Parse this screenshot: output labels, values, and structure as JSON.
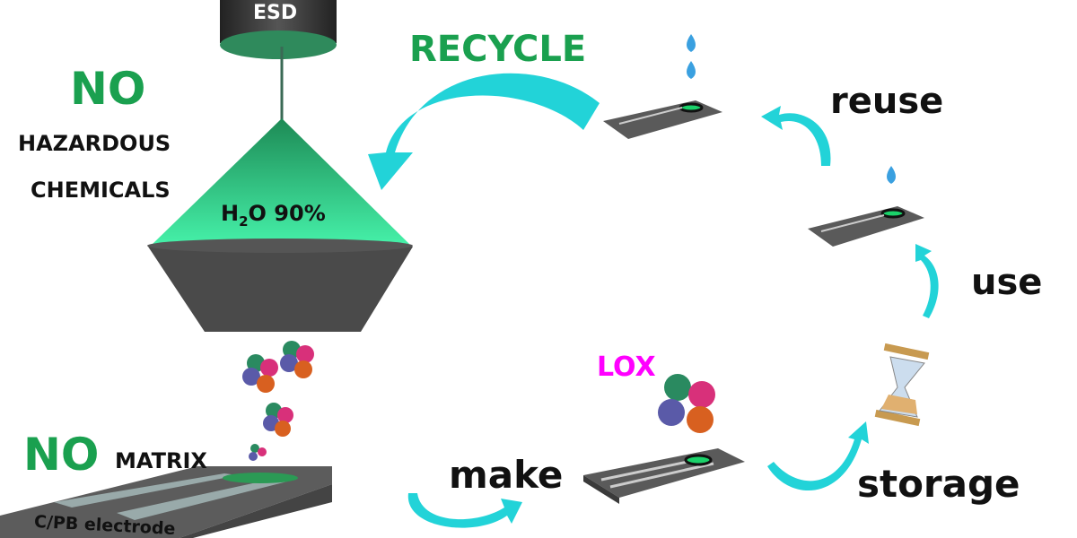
{
  "labels": {
    "esd": "ESD",
    "no1": "NO",
    "hazardous": "HAZARDOUS",
    "chemicals": "CHEMICALS",
    "h2o_prefix": "H",
    "h2o_sub": "2",
    "h2o_suffix": "O 90%",
    "recycle": "RECYCLE",
    "reuse": "reuse",
    "use": "use",
    "storage": "storage",
    "make": "make",
    "lox": "LOX",
    "no2": "NO",
    "matrix": "MATRIX",
    "electrode": "C/PB electrode"
  },
  "colors": {
    "green_text": "#1aa04f",
    "arrow": "#22d3d8",
    "lox": "#ff00ff",
    "cone_green": "#3ee08c",
    "device_gray": "#5a5a5a"
  }
}
